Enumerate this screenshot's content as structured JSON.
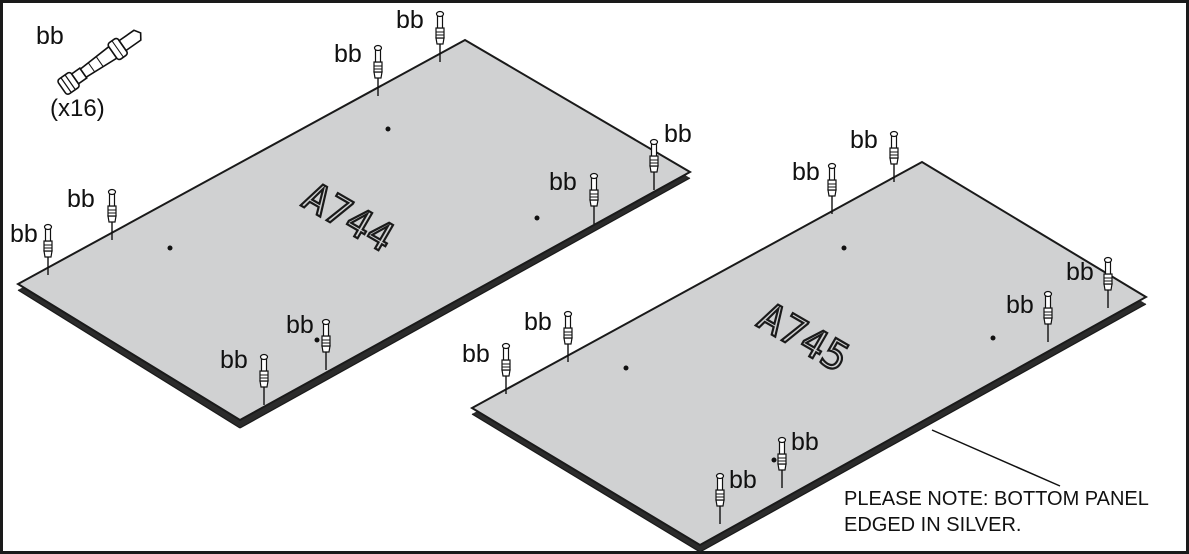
{
  "colors": {
    "panel_face": "#d0d1d2",
    "panel_edge": "#2b2b2b",
    "frame": "#1a1a1a",
    "background": "#ffffff"
  },
  "legend": {
    "part_label": "bb",
    "quantity": "(x16)",
    "icon": "cam-dowel-icon"
  },
  "panels": [
    {
      "id": "A744",
      "code": "A744",
      "bolt_label": "bb",
      "bolt_count": 8
    },
    {
      "id": "A745",
      "code": "A745",
      "bolt_label": "bb",
      "bolt_count": 8
    }
  ],
  "note": {
    "line1": "PLEASE NOTE: BOTTOM PANEL",
    "line2": "EDGED IN SILVER."
  }
}
